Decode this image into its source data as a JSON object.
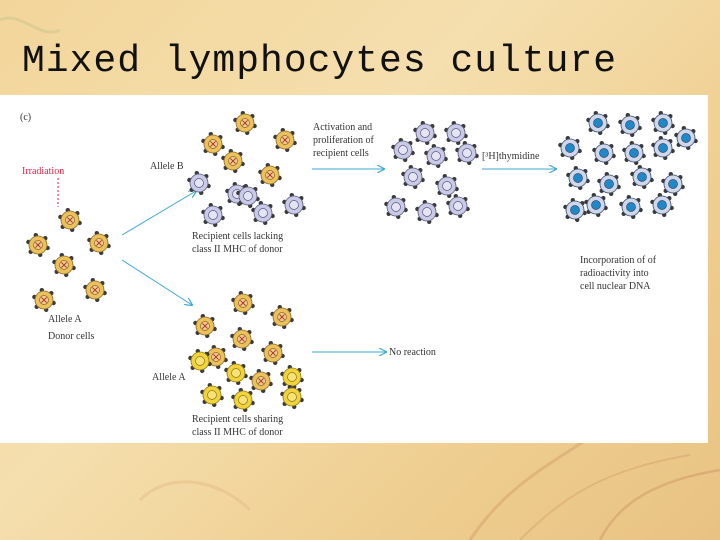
{
  "title": "Mixed lymphocytes culture",
  "figure": {
    "panel_label": "(c)",
    "irradiation": "Irradiation",
    "allele_b": "Allele B",
    "allele_a_donor": "Allele A",
    "donor_cells": "Donor cells",
    "recipient_lacking": [
      "Recipient cells lacking",
      "class II MHC of donor"
    ],
    "activation": [
      "Activation and",
      "proliferation of",
      "recipient cells"
    ],
    "thymidine": "[³H]thymidine",
    "incorporation": [
      "Incorporation of of",
      "radioactivity into",
      "cell nuclear DNA"
    ],
    "allele_a_recipient": "Allele A",
    "no_reaction": "No reaction",
    "recipient_sharing": [
      "Recipient cells sharing",
      "class II MHC of donor"
    ]
  },
  "colors": {
    "arrow": "#3aa7d3",
    "irradiation": "#d2264a",
    "donor_cell": "#ecc05a",
    "donor_nucleus": "#f3c98c",
    "recipient_cell": "#c9c9e8",
    "sharing_cell": "#f2d33a",
    "labeled_nucleus": "#1e88c8"
  }
}
